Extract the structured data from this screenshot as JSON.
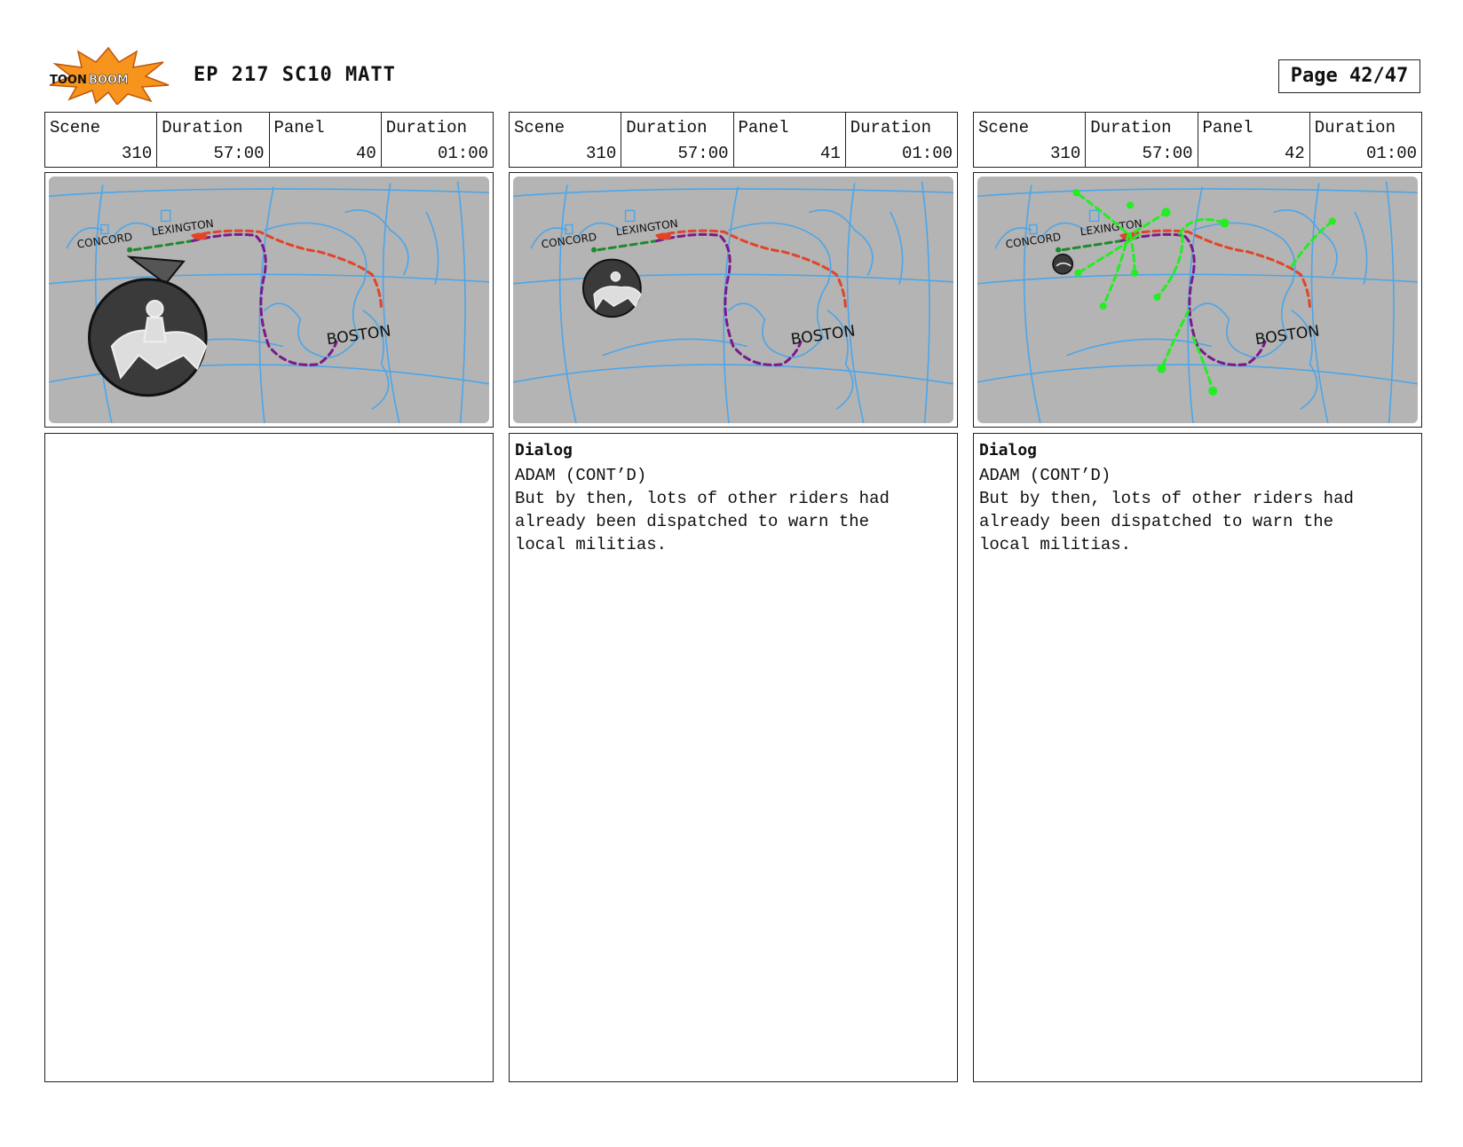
{
  "header": {
    "logo_text": "TOONBOOM",
    "title": "EP 217 SC10 MATT",
    "page": "Page 42/47"
  },
  "panels": [
    {
      "scene_label": "Scene",
      "scene": "310",
      "duration_label": "Duration",
      "scene_duration": "57:00",
      "panel_label": "Panel",
      "panel": "40",
      "panel_duration_label": "Duration",
      "panel_duration": "01:00",
      "map": {
        "concord": "CONCORD",
        "lexington": "LEXINGTON",
        "boston": "BOSTON"
      },
      "dialog_heading": "",
      "speaker": "",
      "line": ""
    },
    {
      "scene_label": "Scene",
      "scene": "310",
      "duration_label": "Duration",
      "scene_duration": "57:00",
      "panel_label": "Panel",
      "panel": "41",
      "panel_duration_label": "Duration",
      "panel_duration": "01:00",
      "map": {
        "concord": "CONCORD",
        "lexington": "LEXINGTON",
        "boston": "BOSTON"
      },
      "dialog_heading": "Dialog",
      "speaker": "ADAM (CONT’D)",
      "line": "But by then, lots of other riders had\nalready been dispatched to warn the\nlocal militias."
    },
    {
      "scene_label": "Scene",
      "scene": "310",
      "duration_label": "Duration",
      "scene_duration": "57:00",
      "panel_label": "Panel",
      "panel": "42",
      "panel_duration_label": "Duration",
      "panel_duration": "01:00",
      "map": {
        "concord": "CONCORD",
        "lexington": "LEXINGTON",
        "boston": "BOSTON"
      },
      "dialog_heading": "Dialog",
      "speaker": "ADAM (CONT’D)",
      "line": "But by then, lots of other riders had\nalready been dispatched to warn the\nlocal militias."
    }
  ],
  "colors": {
    "map_bg": "#b4b4b4",
    "map_lines": "#4da6e8",
    "route_green": "#1f8a2e",
    "route_purple": "#7a1a8c",
    "route_red": "#e0452a",
    "riders_green": "#22ee22"
  }
}
